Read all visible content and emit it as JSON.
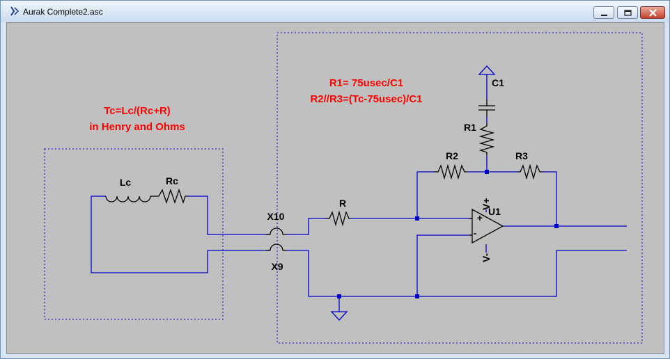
{
  "window": {
    "title": "Aurak Complete2.asc",
    "icon": "ltspice-schematic-icon",
    "buttons": [
      "minimize",
      "maximize",
      "close"
    ]
  },
  "colors": {
    "background": "#c0c0c0",
    "wire": "#0000cc",
    "annotation": "#ff0000",
    "component": "#000000"
  },
  "schematic": {
    "notes": {
      "tc_line1": "Tc=Lc/(Rc+R)",
      "tc_line2": "in Henry and Ohms",
      "r1_line": "R1= 75usec/C1",
      "r23_line": "R2//R3=(Tc-75usec)/C1"
    },
    "labels": {
      "Lc": "Lc",
      "Rc": "Rc",
      "X10": "X10",
      "X9": "X9",
      "R": "R",
      "C1": "C1",
      "R1": "R1",
      "R2": "R2",
      "R3": "R3",
      "U1": "U1",
      "vplus": "V+",
      "vminus": "V-",
      "opamp_plus": "+",
      "opamp_minus": "-"
    }
  }
}
